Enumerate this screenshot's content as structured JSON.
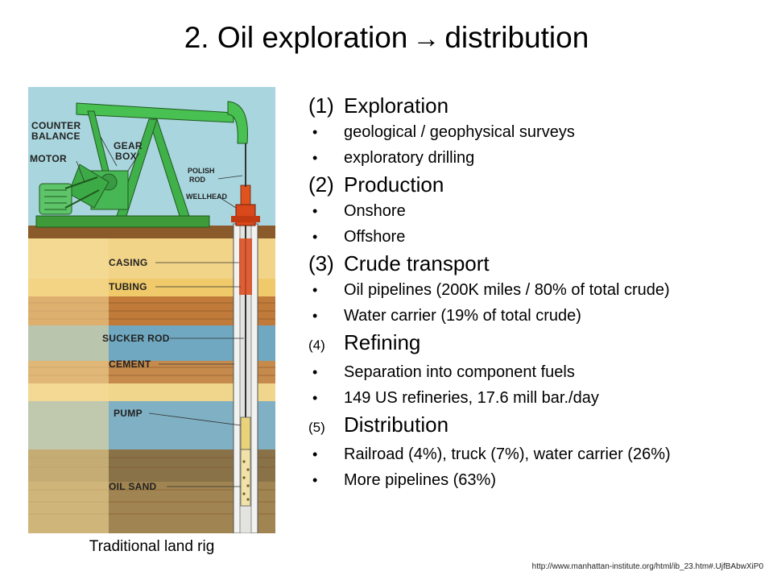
{
  "title": {
    "prefix": "2.  Oil exploration",
    "arrow": "→",
    "suffix": "distribution"
  },
  "figure": {
    "caption": "Traditional land rig",
    "labels": {
      "counter_balance_1": "COUNTER",
      "counter_balance_2": "BALANCE",
      "motor": "MOTOR",
      "gear_box_1": "GEAR",
      "gear_box_2": "BOX",
      "polish_rod_1": "POLISH",
      "polish_rod_2": "ROD",
      "wellhead": "WELLHEAD",
      "casing": "CASING",
      "tubing": "TUBING",
      "sucker_rod": "SUCKER ROD",
      "cement": "CEMENT",
      "pump": "PUMP",
      "oil_sand": "OIL SAND"
    }
  },
  "sections": [
    {
      "num": "(1)",
      "num_small": false,
      "title": "Exploration",
      "bullets": [
        "geological / geophysical surveys",
        "exploratory drilling"
      ]
    },
    {
      "num": "(2)",
      "num_small": false,
      "title": "Production",
      "bullets": [
        "Onshore",
        "Offshore"
      ]
    },
    {
      "num": "(3)",
      "num_small": false,
      "title": "Crude transport",
      "bullets": [
        "Oil pipelines (200K miles / 80% of total crude)",
        "Water carrier (19% of total crude)"
      ]
    },
    {
      "num": "(4)",
      "num_small": true,
      "title": "Refining",
      "bullets": [
        "Separation into component fuels",
        "149 US refineries, 17.6 mill bar./day"
      ]
    },
    {
      "num": "(5)",
      "num_small": true,
      "title": "Distribution",
      "bullets": [
        "Railroad (4%), truck (7%), water carrier (26%)",
        "More pipelines (63%)"
      ]
    }
  ],
  "bullet_glyph": "•",
  "source": "http://www.manhattan-institute.org/html/ib_23.htm#.UjfBAbwXiP0"
}
